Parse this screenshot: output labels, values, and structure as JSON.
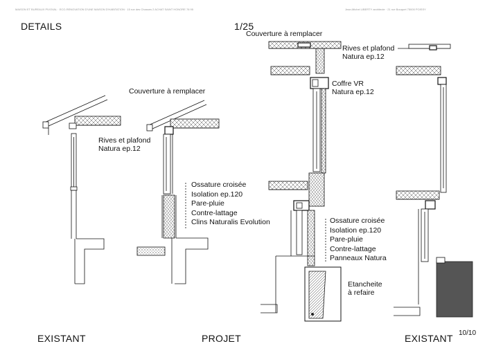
{
  "header": {
    "left_text": "MAISON ET BUREAUX PIVOVAL · ECO-RENOVATION D'UNE MAISON D'HABITATION · 15 rue des Chasses 2 ACHAT SAINT HONORE 78 95",
    "right_text": "Jean-Michel LIBERTY architecte · 21 rue Bouquet 75000 POISSY"
  },
  "sheet": {
    "title": "DETAILS",
    "scale": "1/25",
    "page_number": "10/10"
  },
  "left_detail": {
    "roof_note": "Couverture à remplacer",
    "rives_label": [
      "Rives et plafond",
      "Natura ep.12"
    ],
    "wall_layers": [
      "Ossature croisée",
      "Isolation ep.120",
      "Pare-pluie",
      "Contre-lattage",
      "Clins Naturalis Evolution"
    ],
    "existing_caption": "EXISTANT",
    "project_caption": "PROJET"
  },
  "right_detail": {
    "roof_note": "Couverture à remplacer",
    "rives_label": [
      "Rives et plafond",
      "Natura ep.12"
    ],
    "coffre_label": [
      "Coffre VR",
      "Natura ep.12"
    ],
    "wall_layers": [
      "Ossature croisée",
      "Isolation ep.120",
      "Pare-pluie",
      "Contre-lattage",
      "Panneaux Natura"
    ],
    "etancheite_label": [
      "Etancheite",
      "à refaire"
    ],
    "existing_caption": "EXISTANT"
  },
  "colors": {
    "line": "#111111",
    "fill_dark": "#555555",
    "header_text": "#999999"
  }
}
